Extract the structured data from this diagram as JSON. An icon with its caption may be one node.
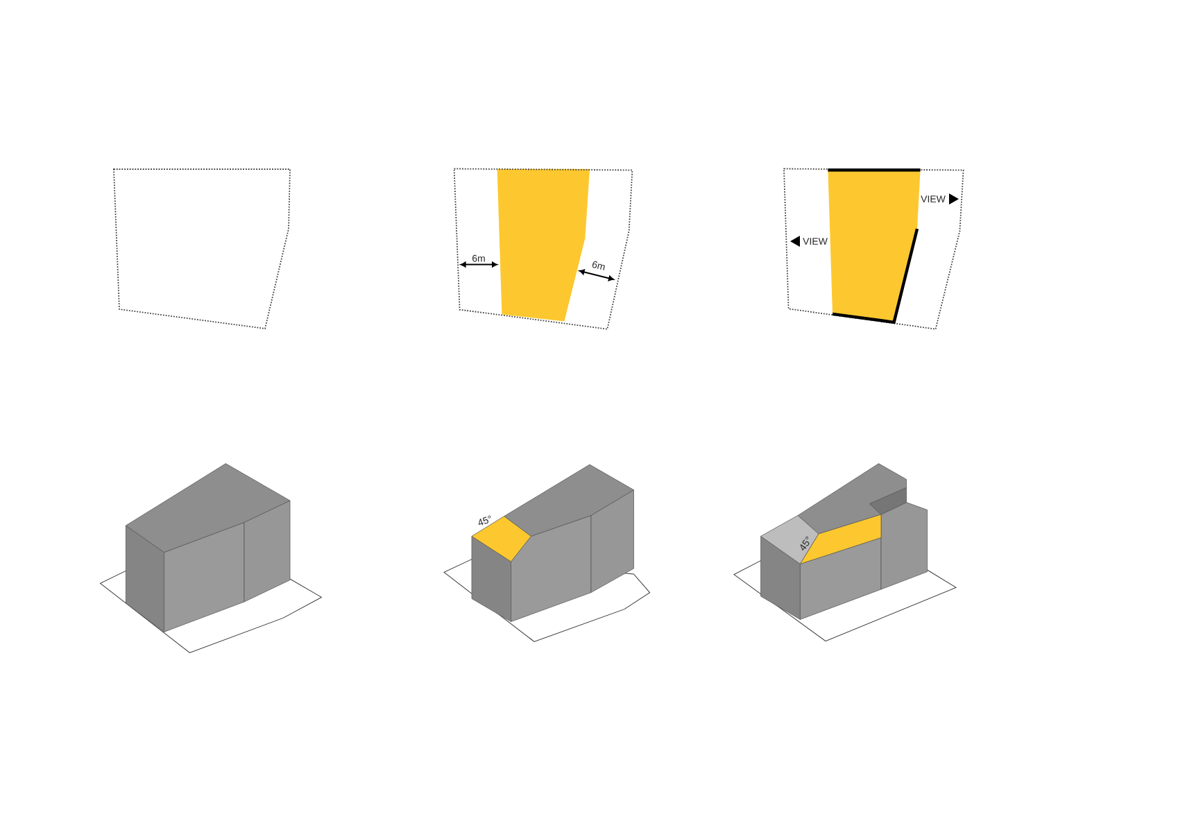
{
  "diagram": {
    "nodes": [
      {
        "text": [],
        "shape": "polygon"
      },
      {
        "text": [],
        "shape": "polygon"
      },
      {
        "text": [],
        "shape": "polygon"
      }
    ],
    "labels": [
      "6m",
      "6m",
      "VIEW",
      "VIEW",
      "45°",
      "45°"
    ]
  }
}
